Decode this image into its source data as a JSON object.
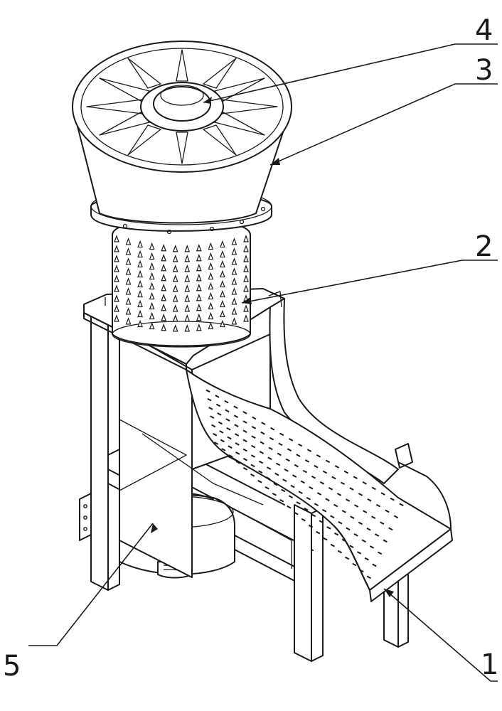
{
  "figure": {
    "callouts": [
      {
        "id": "c4",
        "label": "4"
      },
      {
        "id": "c3",
        "label": "3"
      },
      {
        "id": "c2",
        "label": "2"
      },
      {
        "id": "c5",
        "label": "5"
      },
      {
        "id": "c1",
        "label": "1"
      }
    ]
  }
}
